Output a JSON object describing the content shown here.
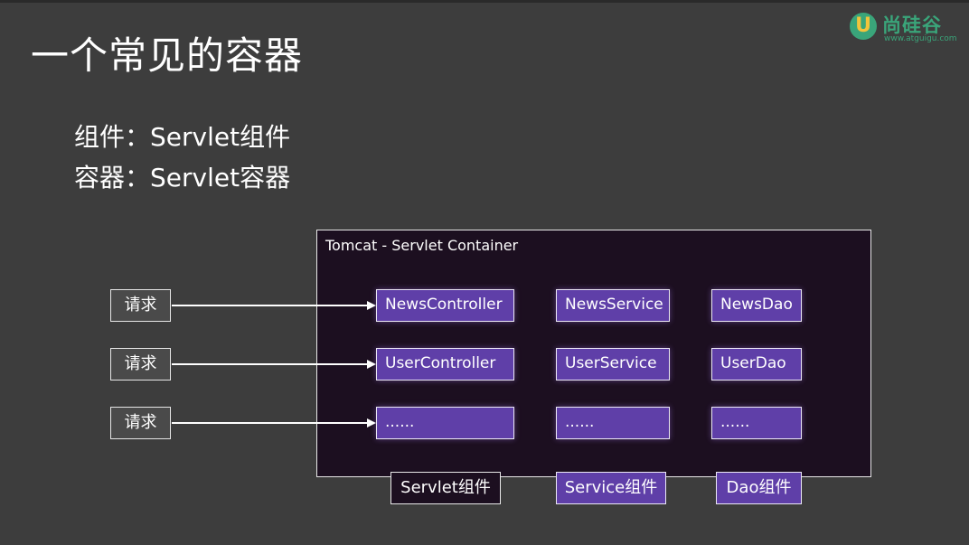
{
  "slide": {
    "title": "一个常见的容器",
    "lines": [
      "组件：Servlet组件",
      "容器：Servlet容器"
    ]
  },
  "logo": {
    "mark": "U",
    "name": "尚硅谷",
    "url": "www.atguigu.com"
  },
  "diagram": {
    "container_label": "Tomcat - Servlet Container",
    "requests": [
      "请求",
      "请求",
      "请求"
    ],
    "rows": [
      [
        "NewsController",
        "NewsService",
        "NewsDao"
      ],
      [
        "UserController",
        "UserService",
        "UserDao"
      ],
      [
        "......",
        "......",
        "......"
      ]
    ],
    "column_labels": [
      "Servlet组件",
      "Service组件",
      "Dao组件"
    ]
  },
  "colors": {
    "background": "#3d3d3d",
    "container": "#1c0f20",
    "component": "#5f3fa8",
    "logo_green": "#3aa57a"
  }
}
